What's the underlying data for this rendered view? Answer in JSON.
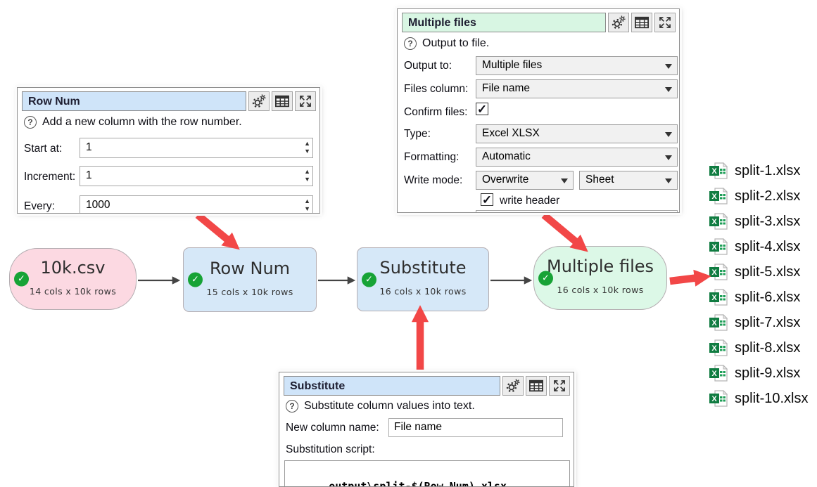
{
  "icons": {
    "check": "✓",
    "question": "?",
    "spin_up": "▲",
    "spin_down": "▼"
  },
  "colors": {
    "node_pink": "#fcd9e2",
    "node_blue": "#d6e8f8",
    "node_green": "#dcf8e7",
    "title_blue": "#cfe4f9",
    "title_green": "#d8f6e3",
    "check_green": "#17a336",
    "arrow_red": "#f24747",
    "connector_dark": "#444444",
    "excel_green": "#107c41"
  },
  "panels": {
    "row_num": {
      "title": "Row Num",
      "help": "Add a new column with the row number.",
      "fields": [
        {
          "label": "Start at:",
          "value": "1"
        },
        {
          "label": "Increment:",
          "value": "1"
        },
        {
          "label": "Every:",
          "value": "1000"
        }
      ]
    },
    "multiple_files": {
      "title": "Multiple files",
      "help": "Output to file.",
      "output_to": {
        "label": "Output to:",
        "value": "Multiple files"
      },
      "files_column": {
        "label": "Files column:",
        "value": "File name"
      },
      "confirm_files": {
        "label": "Confirm files:",
        "checked": true
      },
      "type": {
        "label": "Type:",
        "value": "Excel XLSX"
      },
      "formatting": {
        "label": "Formatting:",
        "value": "Automatic"
      },
      "write_mode": {
        "label": "Write mode:",
        "value": "Overwrite",
        "value2": "Sheet"
      },
      "write_header": {
        "label": "write header",
        "checked": true
      }
    },
    "substitute": {
      "title": "Substitute",
      "help": "Substitute column values into text.",
      "new_column_name": {
        "label": "New column name:",
        "value": "File name"
      },
      "script_label": "Substitution script:",
      "script": "output\\split-$(Row Num).xlsx"
    }
  },
  "flow": {
    "nodes": [
      {
        "title": "10k.csv",
        "subtitle": "14 cols x 10k rows"
      },
      {
        "title": "Row Num",
        "subtitle": "15 cols x 10k rows"
      },
      {
        "title": "Substitute",
        "subtitle": "16 cols x 10k rows"
      },
      {
        "title": "Multiple files",
        "subtitle": "16 cols x 10k rows"
      }
    ]
  },
  "files": {
    "items": [
      "split-1.xlsx",
      "split-2.xlsx",
      "split-3.xlsx",
      "split-4.xlsx",
      "split-5.xlsx",
      "split-6.xlsx",
      "split-7.xlsx",
      "split-8.xlsx",
      "split-9.xlsx",
      "split-10.xlsx"
    ]
  }
}
